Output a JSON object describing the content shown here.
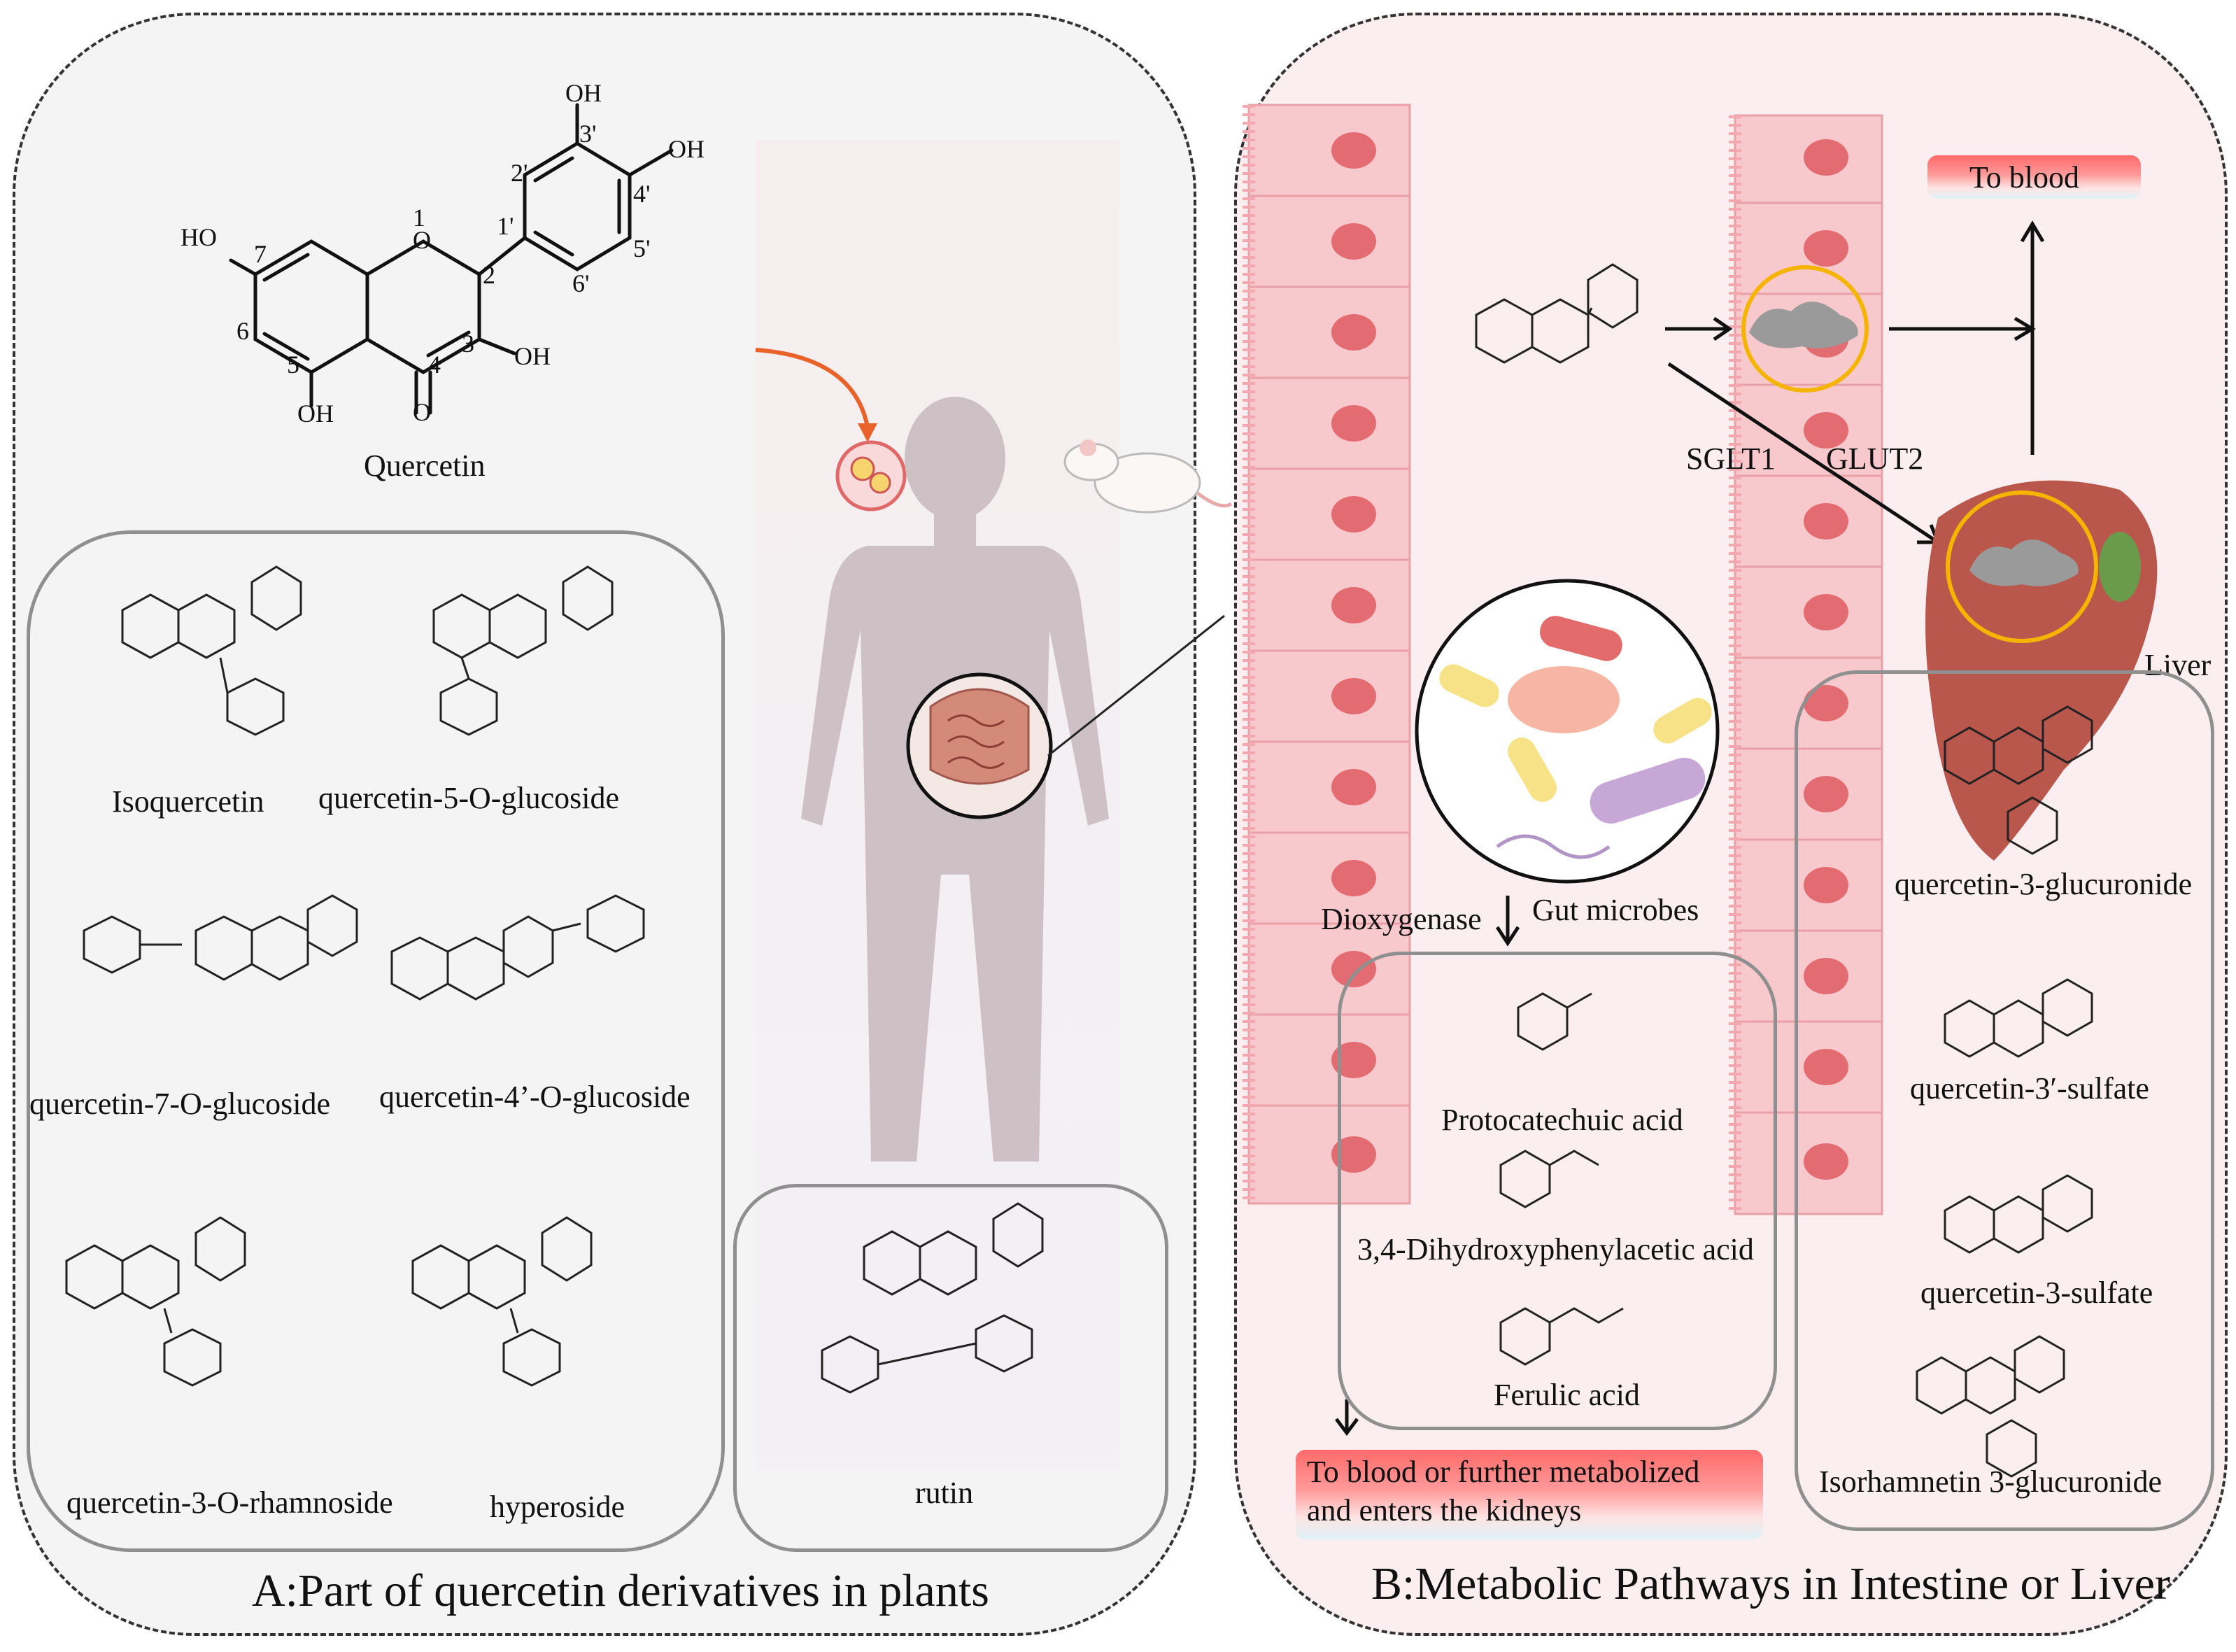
{
  "panel_a": {
    "caption": "A:Part of quercetin derivatives in plants",
    "main_compound": "Quercetin",
    "atom_labels": {
      "o1": "1",
      "c2": "2",
      "c3": "3",
      "c4": "4",
      "c5": "5",
      "c6": "6",
      "c7": "7",
      "c1p": "1'",
      "c2p": "2'",
      "c3p": "3'",
      "c4p": "4'",
      "c5p": "5'",
      "c6p": "6'"
    },
    "groups": {
      "oh": "OH",
      "ho": "HO",
      "o": "O"
    },
    "derivatives": [
      "Isoquercetin",
      "quercetin-5-O-glucoside",
      "quercetin-7-O-glucoside",
      "quercetin-4’-O-glucoside",
      "quercetin-3-O-rhamnoside",
      "hyperoside"
    ],
    "rutin": "rutin"
  },
  "panel_b": {
    "caption": "B:Metabolic Pathways in Intestine or Liver",
    "to_blood": "To blood",
    "transporters": [
      "SGLT1",
      "GLUT2"
    ],
    "liver": "Liver",
    "gut": {
      "enzyme": "Dioxygenase",
      "microbes": "Gut microbes"
    },
    "microbial_metabolites": [
      "Protocatechuic acid",
      "3,4-Dihydroxyphenylacetic acid",
      "Ferulic acid"
    ],
    "to_blood_kidney": [
      "To blood or further metabolized",
      "and enters the kidneys"
    ],
    "liver_metabolites": [
      "quercetin-3-glucuronide",
      "quercetin-3′-sulfate",
      "quercetin-3-sulfate",
      "Isorhamnetin 3-glucuronide"
    ]
  },
  "colors": {
    "panel_a_bg": "#f4f4f4",
    "panel_b_bg": "#fbeef0",
    "cell_fill": "#f8c9cc",
    "nucleus": "#e36b72",
    "body_silhouette": "#cdc1c5",
    "highlight_ring": "#f4b400",
    "arrow_orange": "#e8622a",
    "liver": "#b9574d"
  }
}
